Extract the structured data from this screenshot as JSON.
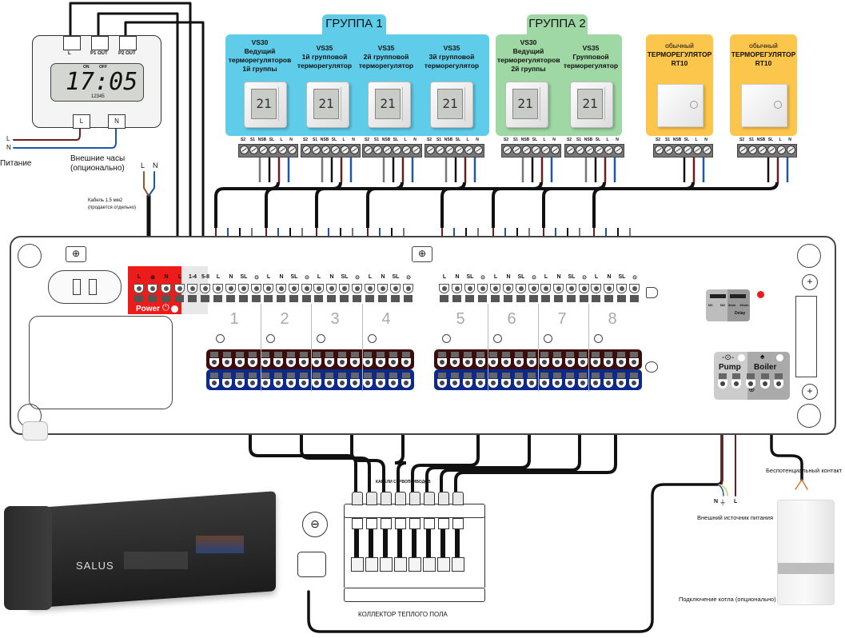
{
  "timer": {
    "top_terminals": [
      "L",
      "P1 OUT",
      "P2 OUT"
    ],
    "display_time": "17:05",
    "on_label": "ON",
    "off_label": "OFF",
    "days": "12345",
    "bottom_terminals": [
      "L",
      "N"
    ],
    "caption_line1": "Внешние часы",
    "caption_line2": "(опционально)"
  },
  "power_supply": {
    "l_label": "L",
    "n_label": "N",
    "caption": "Питание",
    "cable_l": "L",
    "cable_n": "N",
    "cable_note_line1": "Кабель 1,5 мм2",
    "cable_note_line2": "(продается отдельно)"
  },
  "groups": [
    {
      "title": "ГРУППА 1",
      "color": "#5fcdea",
      "thermostats": [
        {
          "model": "VS30",
          "lines": [
            "Ведущий",
            "терморегуляторов",
            "1й группы"
          ],
          "display": "21"
        },
        {
          "model": "VS35",
          "lines": [
            "1й групповой",
            "терморегулятор"
          ],
          "display": "21"
        },
        {
          "model": "VS35",
          "lines": [
            "2й групповой",
            "терморегулятор"
          ],
          "display": "21"
        },
        {
          "model": "VS35",
          "lines": [
            "3й групповой",
            "терморегулятор"
          ],
          "display": "21"
        }
      ]
    },
    {
      "title": "ГРУППА 2",
      "color": "#9fd8a4",
      "thermostats": [
        {
          "model": "VS30",
          "lines": [
            "Ведущий",
            "терморегуляторов",
            "2й группы"
          ],
          "display": "21"
        },
        {
          "model": "VS35",
          "lines": [
            "Групповой",
            "терморегулятор"
          ],
          "display": "21"
        }
      ]
    }
  ],
  "standalone": [
    {
      "line1": "обычный",
      "line2": "ТЕРМОРЕГУЛЯТОР",
      "line3": "RT10",
      "color": "#fcc54c"
    },
    {
      "line1": "обычный",
      "line2": "ТЕРМОРЕГУЛЯТОР",
      "line3": "RT10",
      "color": "#fcc54c"
    }
  ],
  "thermostat_terminals": [
    "S2",
    "S1",
    "NSB",
    "SL",
    "L",
    "N"
  ],
  "controller": {
    "power_terminals": [
      "L",
      "⊕",
      "N"
    ],
    "aux_terminals": [
      "L",
      "1-4",
      "5-8"
    ],
    "power_label": "Power",
    "zone_terminals": [
      "L",
      "N",
      "SL",
      "⊙"
    ],
    "zones": [
      "1",
      "2",
      "3",
      "4",
      "5",
      "6",
      "7",
      "8"
    ],
    "switch_panel": {
      "left": [
        "NC",
        "NO"
      ],
      "right": [
        "3min",
        "15min"
      ],
      "delay_label": "Delay"
    },
    "pump_label": "Pump",
    "boiler_label": "Boiler",
    "led_color": "#ee1b1b"
  },
  "manifold": {
    "cables_label": "КАБЕЛИ СЕРВОПРИВОДОВ",
    "caption": "КОЛЛЕКТОР ТЕПЛОГО ПОЛА"
  },
  "external": {
    "potential_free": "Беспотенциальный контакт",
    "power_source": "Внешний источник питания",
    "psu_terminals": [
      "N",
      "⏚",
      "L"
    ],
    "boiler_caption": "Подключение котла (опционально)"
  },
  "product": {
    "brand": "SALUS"
  },
  "colors": {
    "wire_brown": "#6b1e1e",
    "wire_blue": "#1f56a8",
    "wire_black": "#111111",
    "wire_grey": "#777777"
  }
}
